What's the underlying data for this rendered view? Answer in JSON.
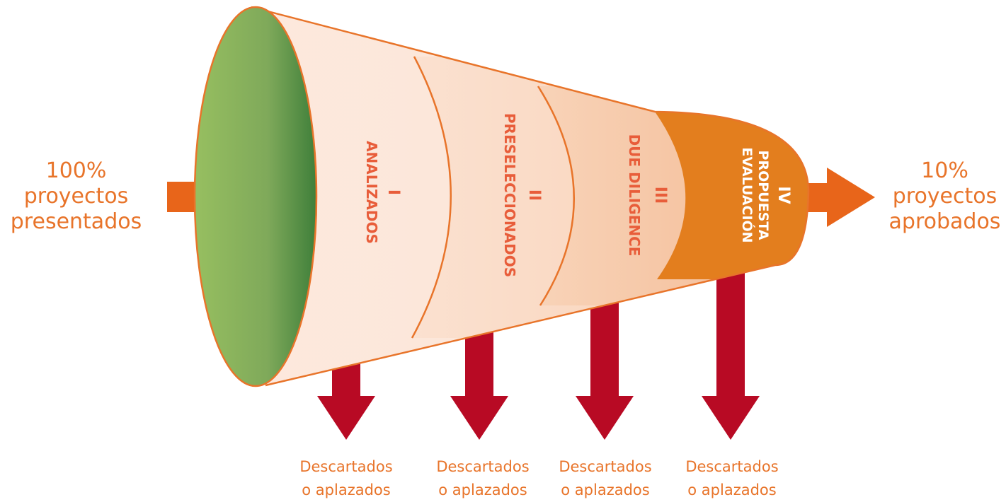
{
  "input": {
    "line1": "100%",
    "line2": "proyectos",
    "line3": "presentados"
  },
  "output": {
    "line1": "10%",
    "line2": "proyectos",
    "line3": "aprobados"
  },
  "stages": [
    {
      "numeral": "I",
      "name": "ANALIZADOS"
    },
    {
      "numeral": "II",
      "name": "PRESELECCIONADOS"
    },
    {
      "numeral": "III",
      "name": "DUE DILIGENCE"
    },
    {
      "numeral": "IV",
      "name": "PROPUESTA",
      "name2": "EVALUACIÓN"
    }
  ],
  "discards": [
    {
      "line1": "Descartados",
      "line2": "o aplazados"
    },
    {
      "line1": "Descartados",
      "line2": "o aplazados"
    },
    {
      "line1": "Descartados",
      "line2": "o aplazados"
    },
    {
      "line1": "Descartados",
      "line2": "o aplazados"
    }
  ],
  "colors": {
    "arrow_orange": "#e8651a",
    "discard_red": "#b80a24",
    "stage_text": "#e85d3a",
    "funnel_mouth_green": "#5e9e40",
    "final_stage": "#e37e1e"
  }
}
